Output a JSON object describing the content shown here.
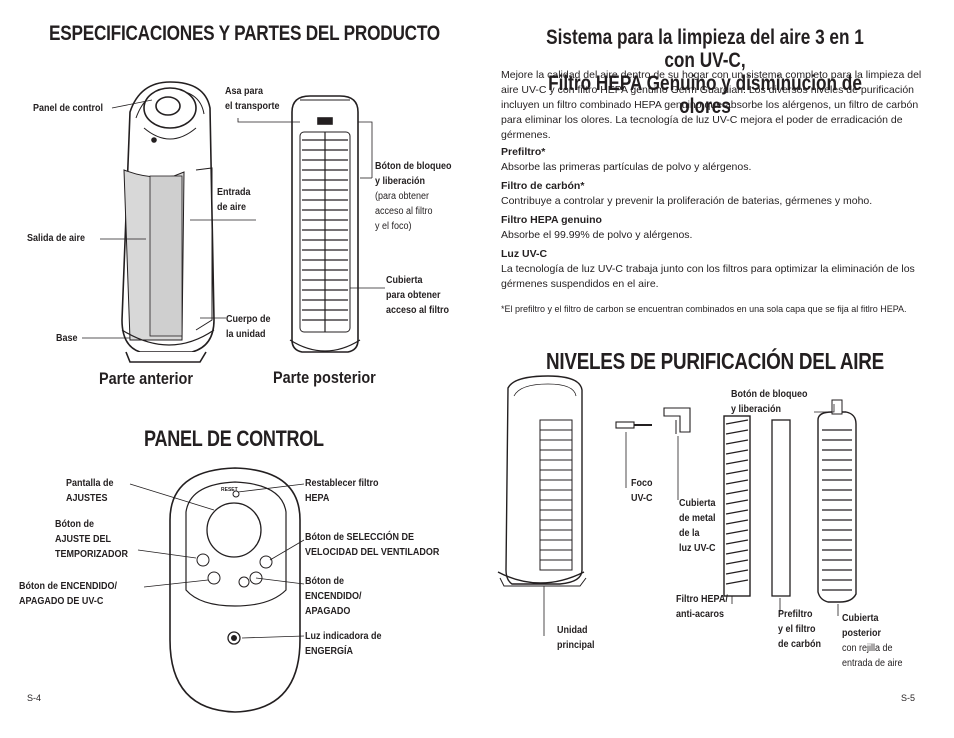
{
  "left": {
    "spec_title": "ESPECIFICACIONES Y PARTES DEL PRODUCTO",
    "labels": {
      "panel_de_control": "Panel de control",
      "asa_line1": "Asa para",
      "asa_line2": "el transporte",
      "entrada_line1": "Entrada",
      "entrada_line2": "de aire",
      "salida": "Salida de aire",
      "cuerpo_line1": "Cuerpo de",
      "cuerpo_line2": "la unidad",
      "base": "Base",
      "boton_bloqueo_line1": "Bóton de bloqueo",
      "boton_bloqueo_line2": "y liberación",
      "boton_bloqueo_note1": "(para obtener",
      "boton_bloqueo_note2": "acceso al filtro",
      "boton_bloqueo_note3": "y el foco)",
      "cubierta_line1": "Cubierta",
      "cubierta_line2": "para obtener",
      "cubierta_line3": "acceso al filtro"
    },
    "parte_anterior": "Parte anterior",
    "parte_posterior": "Parte posterior",
    "panel_title": "PANEL DE CONTROL",
    "panel_labels": {
      "pantalla_line1": "Pantalla de",
      "pantalla_line2": "AJUSTES",
      "timer_line1": "Bóton de",
      "timer_line2": "AJUSTE DEL",
      "timer_line3": "TEMPORIZADOR",
      "uvc_line1": "Bóton de ENCENDIDO/",
      "uvc_line2": "APAGADO DE UV-C",
      "reset_line1": "Restablecer filtro",
      "reset_line2": "HEPA",
      "speed_line1a": "Bóton de ",
      "speed_line1b": "SELECCIÓN DE",
      "speed_line2": "VELOCIDAD DEL VENTILADOR",
      "power_line1": "Bóton de",
      "power_line2": "ENCENDIDO/",
      "power_line3": "APAGADO",
      "energy_line1": "Luz indicadora de",
      "energy_line2": "ENGERGÍA",
      "reset_tiny": "RESET"
    },
    "page_number": "S-4"
  },
  "right": {
    "title_line1": "Sistema para la limpieza del aire 3 en 1 con UV-C,",
    "title_line2": "Filtro HEPA Genuino y disminucion de olores",
    "intro": "Mejore la calidad del aire dentro de su hogar con un sistema completo para la limpieza del aire UV-C y con filtro HEPA genuino Germ Guardian. Los diversos niveles de purificación incluyen un filtro combinado HEPA genuino que absorbe los alérgenos, un filtro de carbón para eliminar los olores. La tecnología de luz UV-C mejora el poder de erradicación de gérmenes.",
    "items": [
      {
        "head": "Prefiltro*",
        "text": "Absorbe las primeras partículas de polvo y alérgenos."
      },
      {
        "head": "Filtro de carbón*",
        "text": "Contribuye a controlar y prevenir la proliferación de baterias, gérmenes y moho."
      },
      {
        "head": "Filtro HEPA genuino",
        "text": "Absorbe el 99.99% de polvo y alérgenos."
      },
      {
        "head": "Luz UV-C",
        "text": "La tecnología de luz UV-C trabaja junto con los filtros para optimizar la eliminación de los gérmenes suspendidos en el aire."
      }
    ],
    "footnote": "*El prefiltro y el filtro de carbon se encuentran combinados en una sola capa que se fija al fitlro HEPA.",
    "niveles_title": "NIVELES DE PURIFICACIÓN DEL AIRE",
    "niveles_labels": {
      "boton_line1": "Botón de bloqueo",
      "boton_line2": "y liberación",
      "foco_line1": "Foco",
      "foco_line2": "UV-C",
      "metal_line1": "Cubierta",
      "metal_line2": "de metal",
      "metal_line3": "de la",
      "metal_line4": "luz UV-C",
      "hepa_line1": "Filtro HEPA/",
      "hepa_line2": "anti-acaros",
      "unidad_line1": "Unidad",
      "unidad_line2": "principal",
      "prefiltro_line1": "Prefiltro",
      "prefiltro_line2": "y el filtro",
      "prefiltro_line3": "de carbón",
      "cubierta_line1": "Cubierta",
      "cubierta_line2": "posterior",
      "cubierta_line3": "con rejilla de",
      "cubierta_line4": "entrada de aire"
    },
    "page_number": "S-5"
  },
  "colors": {
    "ink": "#231f20",
    "gray": "#bfbfbf",
    "light": "#e6e6e6"
  }
}
